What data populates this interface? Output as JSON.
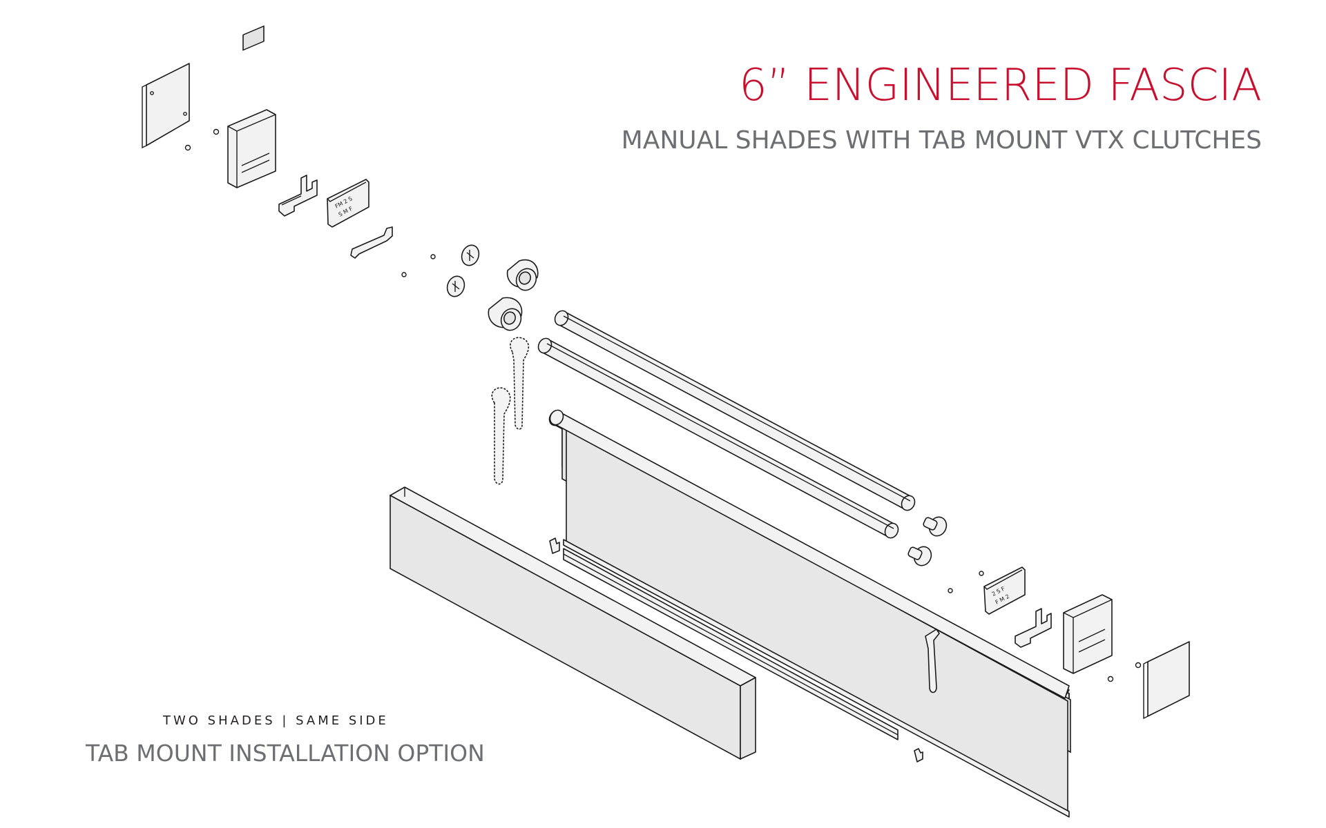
{
  "header": {
    "title": "6” ENGINEERED FASCIA",
    "subtitle": "MANUAL SHADES WITH TAB MOUNT VTX CLUTCHES"
  },
  "caption": {
    "small": "TWO SHADES | SAME SIDE",
    "large": "TAB MOUNT INSTALLATION OPTION"
  },
  "colors": {
    "title": "#c8102e",
    "subtitle": "#6d6e71",
    "caption_small": "#231f20",
    "caption_large": "#6d6e71",
    "line": "#1a1a1a",
    "fill": "#f2f2f2"
  }
}
